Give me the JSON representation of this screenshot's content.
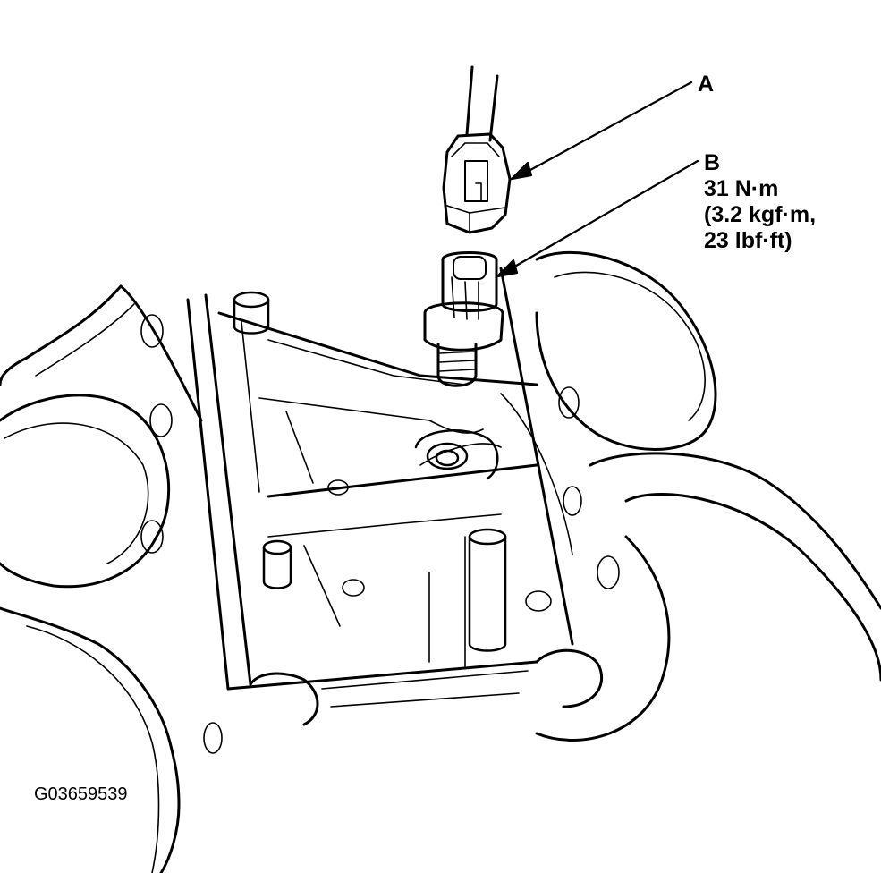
{
  "diagram": {
    "callouts": [
      {
        "letter": "A",
        "lines": []
      },
      {
        "letter": "B",
        "lines": [
          "31 N·m",
          "(3.2 kgf·m,",
          "23 lbf·ft)"
        ]
      }
    ],
    "figure_id": "G03659539",
    "colors": {
      "ink": "#000000",
      "background": "#ffffff"
    }
  }
}
